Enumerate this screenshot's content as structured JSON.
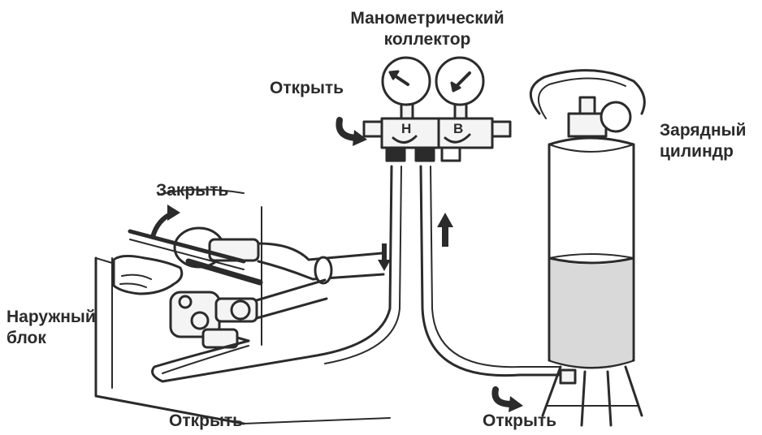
{
  "labels": {
    "manifold_line1": "Манометрический",
    "manifold_line2": "коллектор",
    "open_top": "Открыть",
    "close": "Закрыть",
    "outdoor_line1": "Наружный",
    "outdoor_line2": "блок",
    "open_bottom_left": "Открыть",
    "open_bottom_right": "Открыть",
    "cylinder_line1": "Зарядный",
    "cylinder_line2": "цилиндр",
    "gauge_low": "Н",
    "gauge_high": "В"
  },
  "colors": {
    "ink": "#2b2b2b",
    "fill_light": "#f4f4f4",
    "liquid": "#d9d9d9"
  }
}
